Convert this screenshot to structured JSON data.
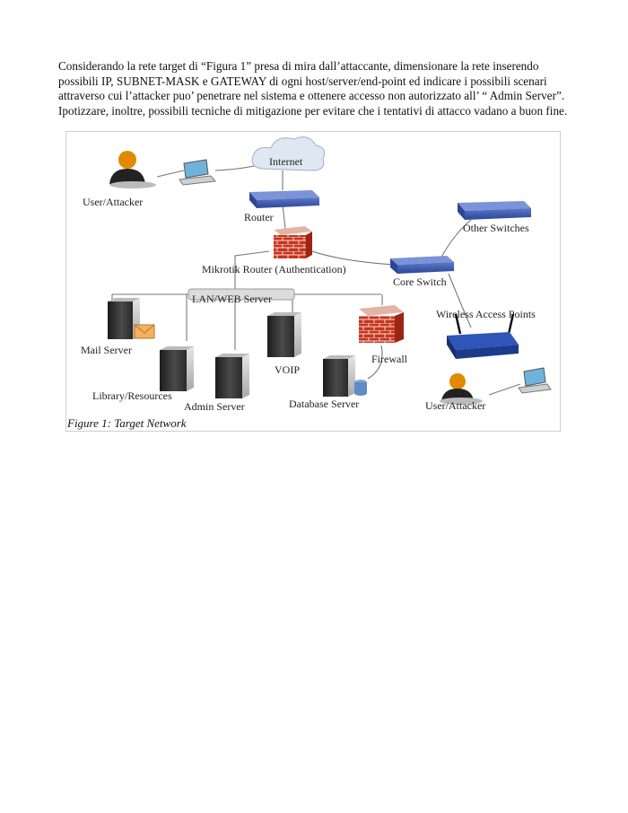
{
  "question": {
    "text": "Considerando la rete target di “Figura 1” presa di mira dall’attaccante, dimensionare la rete inserendo possibili IP, SUBNET-MASK e GATEWAY di ogni host/server/end-point ed indicare i possibili scenari attraverso cui l’attacker puo’ penetrare nel sistema e ottenere accesso non autorizzato all’ “ Admin Server”. Ipotizzare, inoltre, possibili tecniche di mitigazione per evitare che i tentativi di attacco vadano a buon fine."
  },
  "figure": {
    "caption": "Figure 1: Target Network",
    "labels": {
      "internet": "Internet",
      "user_attacker_top": "User/Attacker",
      "router": "Router",
      "mikrotik": "Mikrotik Router (Authentication)",
      "lan_web": "LAN/WEB  Server",
      "other_switches": "Other Switches",
      "core_switch": "Core Switch",
      "wireless": "Wireless Access Points",
      "mail_server": "Mail Server",
      "library": "Library/Resources",
      "admin_server": "Admin Server",
      "voip": "VOIP",
      "database_server": "Database Server",
      "firewall": "Firewall",
      "user_attacker_bottom": "User/Attacker"
    }
  }
}
